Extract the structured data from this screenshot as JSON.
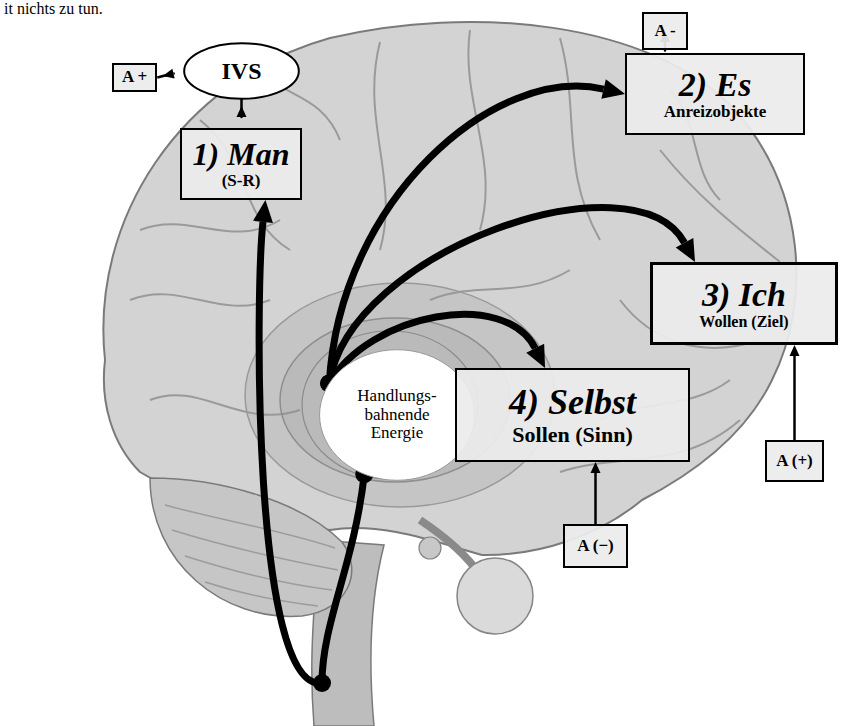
{
  "diagram": {
    "nodes": [
      {
        "text": [
          "A +"
        ]
      },
      {
        "text": [
          "IVS"
        ]
      },
      {
        "text": [
          "A -"
        ]
      },
      {
        "text": [
          "1) Man",
          "(S-R)"
        ]
      },
      {
        "text": [
          "2) Es",
          "Anreizobjekte"
        ]
      },
      {
        "text": [
          "3) Ich",
          "Wollen (Ziel)"
        ]
      },
      {
        "text": [
          "A (+)"
        ]
      },
      {
        "text": [
          "Handlungs- bahnende Energie"
        ]
      },
      {
        "text": [
          "4) Selbst",
          "Sollen (Sinn)"
        ]
      },
      {
        "text": [
          "A (−)"
        ]
      }
    ],
    "edges": [
      {
        "from": 0,
        "to": 1,
        "arrow": "to"
      },
      {
        "from": 1,
        "to": 3,
        "arrow": "to"
      },
      {
        "from": 2,
        "to": 4,
        "arrow": "to"
      },
      {
        "from": 6,
        "to": 5,
        "arrow": "to"
      },
      {
        "from": 9,
        "to": 8,
        "arrow": "to"
      },
      {
        "from": 7,
        "to": 3,
        "arrow": "to"
      },
      {
        "from": 7,
        "to": 4,
        "arrow": "to"
      },
      {
        "from": 7,
        "to": 5,
        "arrow": "to"
      },
      {
        "from": 7,
        "to": 8,
        "arrow": "to"
      }
    ],
    "labels": [
      "it nichts zu tun."
    ]
  }
}
